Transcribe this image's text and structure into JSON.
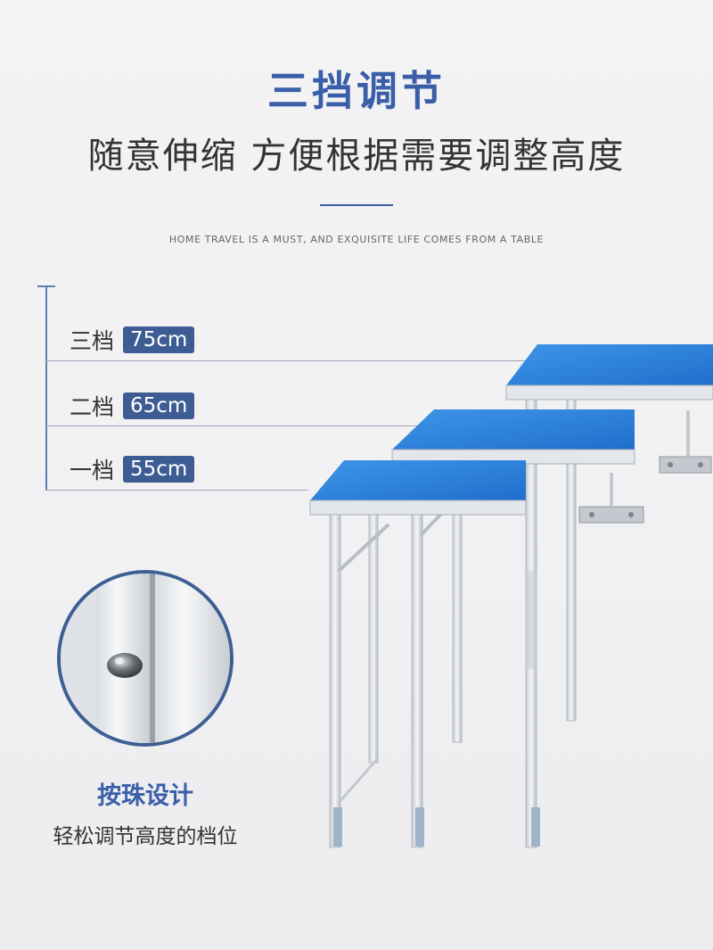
{
  "header": {
    "title": "三挡调节",
    "subtitle": "随意伸缩 方便根据需要调整高度",
    "tagline": "HOME TRAVEL IS A MUST, AND EXQUISITE LIFE COMES FROM A TABLE"
  },
  "levels": [
    {
      "name": "三档",
      "height": "75cm"
    },
    {
      "name": "二档",
      "height": "65cm"
    },
    {
      "name": "一档",
      "height": "55cm"
    }
  ],
  "feature": {
    "title": "按珠设计",
    "description": "轻松调节高度的档位"
  },
  "colors": {
    "title_blue": "#3a5ea8",
    "badge_blue": "#3d5c94",
    "tabletop_blue": "#2e7fd6",
    "frame_silver": "#d6dade"
  }
}
